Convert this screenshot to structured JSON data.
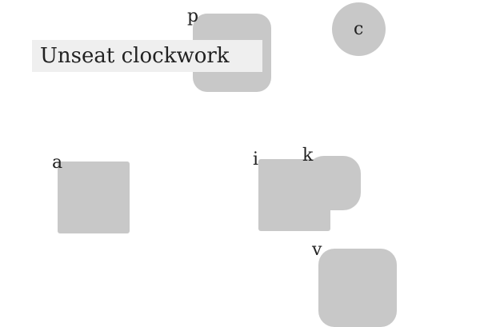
{
  "task": {
    "instruction": "Unseat clockwork"
  },
  "shapes": [
    {
      "id": "p",
      "label": "p",
      "kind": "rounded-square"
    },
    {
      "id": "c",
      "label": "c",
      "kind": "circle"
    },
    {
      "id": "a",
      "label": "a",
      "kind": "square"
    },
    {
      "id": "i",
      "label": "i",
      "kind": "square"
    },
    {
      "id": "k",
      "label": "k",
      "kind": "rounded-square"
    },
    {
      "id": "v",
      "label": "v",
      "kind": "rounded-square"
    }
  ],
  "colors": {
    "shape_fill": "#c8c8c8",
    "instruction_bg": "#efefef",
    "text": "#222222",
    "background": "#ffffff"
  }
}
